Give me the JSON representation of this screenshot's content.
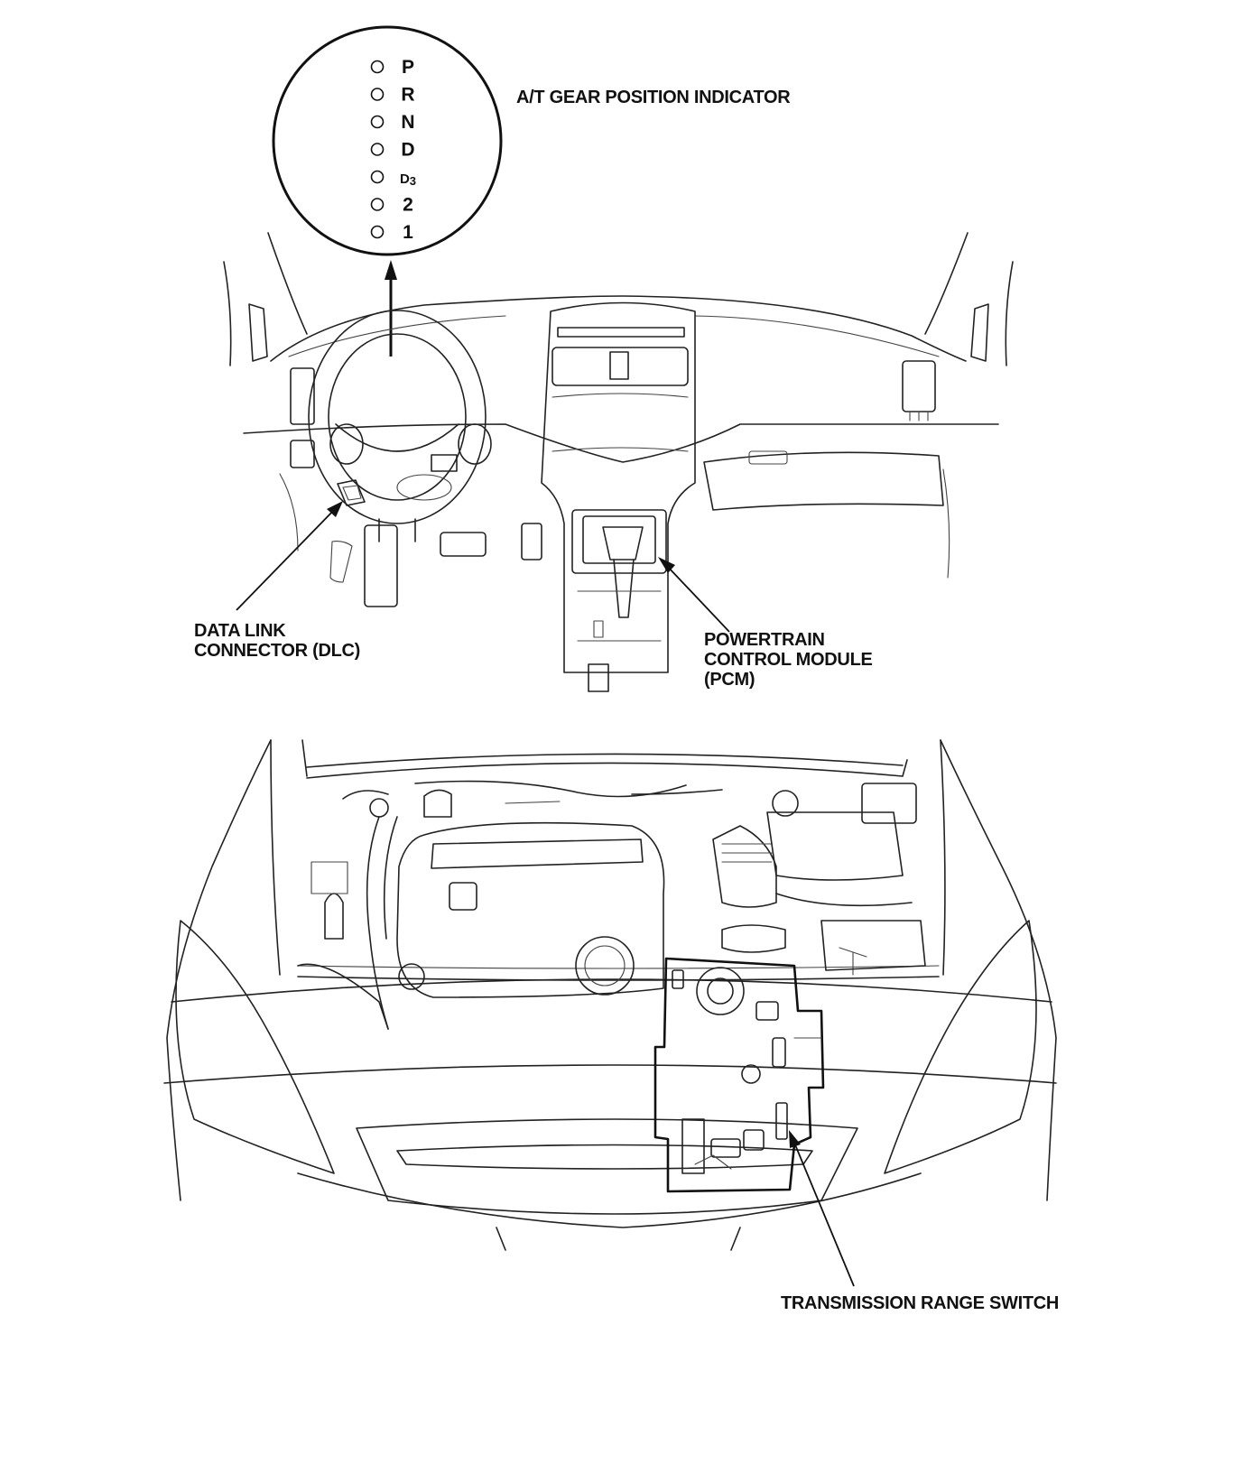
{
  "labels": {
    "gear_indicator": "A/T GEAR POSITION INDICATOR",
    "dlc_line1": "DATA LINK",
    "dlc_line2": "CONNECTOR (DLC)",
    "pcm_line1": "POWERTRAIN",
    "pcm_line2": "CONTROL MODULE",
    "pcm_line3": "(PCM)",
    "trs": "TRANSMISSION RANGE SWITCH"
  },
  "gear_positions": [
    "P",
    "R",
    "N",
    "D",
    "D3",
    "2",
    "1"
  ]
}
